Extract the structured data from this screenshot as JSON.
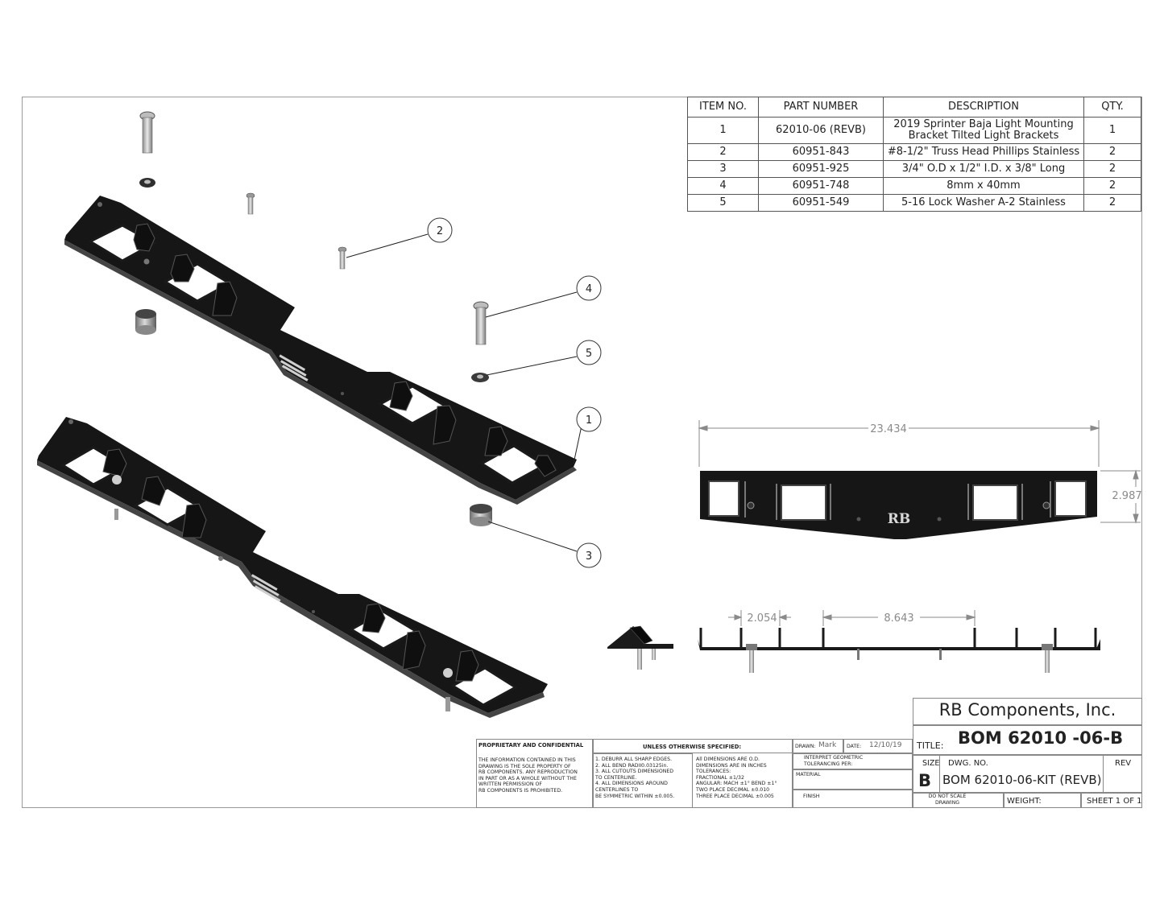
{
  "bom": {
    "headers": [
      "ITEM NO.",
      "PART NUMBER",
      "DESCRIPTION",
      "QTY."
    ],
    "rows": [
      {
        "item": "1",
        "part": "62010-06 (REVB)",
        "desc_line1": "2019 Sprinter Baja Light Mounting",
        "desc_line2": "Bracket Tilted Light Brackets",
        "qty": "1"
      },
      {
        "item": "2",
        "part": "60951-843",
        "desc_line1": "#8-1/2\" Truss Head Phillips Stainless",
        "desc_line2": "",
        "qty": "2"
      },
      {
        "item": "3",
        "part": "60951-925",
        "desc_line1": "3/4\" O.D x 1/2\" I.D. x 3/8\" Long",
        "desc_line2": "",
        "qty": "2"
      },
      {
        "item": "4",
        "part": "60951-748",
        "desc_line1": "8mm x 40mm",
        "desc_line2": "",
        "qty": "2"
      },
      {
        "item": "5",
        "part": "60951-549",
        "desc_line1": "5-16 Lock Washer A-2 Stainless",
        "desc_line2": "",
        "qty": "2"
      }
    ]
  },
  "callouts": [
    "1",
    "2",
    "3",
    "4",
    "5"
  ],
  "dimensions": {
    "overall_width": "23.434",
    "height": "2.987",
    "tab_spacing_a": "2.054",
    "tab_spacing_b": "8.643"
  },
  "logo_text": "RB",
  "title_block": {
    "company": "RB Components, Inc.",
    "title_label": "TITLE:",
    "title": "BOM 62010 -06-B",
    "size_label": "SIZE",
    "size": "B",
    "dwg_no_label": "DWG. NO.",
    "dwg_no": "BOM 62010-06-KIT (REVB)",
    "rev_label": "REV",
    "do_not_scale_1": "DO NOT SCALE",
    "do_not_scale_2": "DRAWING",
    "weight_label": "WEIGHT:",
    "sheet": "SHEET 1 OF 1",
    "proprietary_heading": "PROPRIETARY AND CONFIDENTIAL",
    "proprietary_lines": [
      "THE INFORMATION CONTAINED IN THIS",
      "DRAWING IS THE SOLE PROPERTY OF",
      "RB COMPONENTS. ANY REPRODUCTION",
      "IN PART OR AS A WHOLE WITHOUT THE",
      "WRITTEN PERMISSION OF",
      "RB COMPONENTS IS PROHIBITED."
    ],
    "unless_heading": "UNLESS OTHERWISE SPECIFIED:",
    "notes_lines": [
      "1.  DEBURR ALL SHARP EDGES.",
      "2.  ALL BEND RADII0.03125in.",
      "3.  ALL CUTOUTS DIMENSIONED",
      "     TO CENTERLINE.",
      "4.  ALL DIMENSIONS AROUND",
      "     CENTERLINES TO",
      "     BE SYMMETRIC WITHIN  ±0.005."
    ],
    "tolerance_lines": [
      "All DIMENSIONS ARE O.D.",
      "DIMENSIONS ARE IN INCHES",
      "TOLERANCES:",
      "FRACTIONAL ±1/32",
      "ANGULAR: MACH ±1°   BEND ±1°",
      "TWO PLACE DECIMAL    ±0.010",
      "THREE PLACE DECIMAL  ±0.005"
    ],
    "drawn_label": "DRAWN:",
    "drawn_by": "Mark",
    "date_label": "DATE:",
    "date": "12/10/19",
    "interpret_1": "INTERPRET GEOMETRIC",
    "interpret_2": "TOLERANCING PER:",
    "material_label": "MATERIAL",
    "finish_label": "FINISH"
  }
}
